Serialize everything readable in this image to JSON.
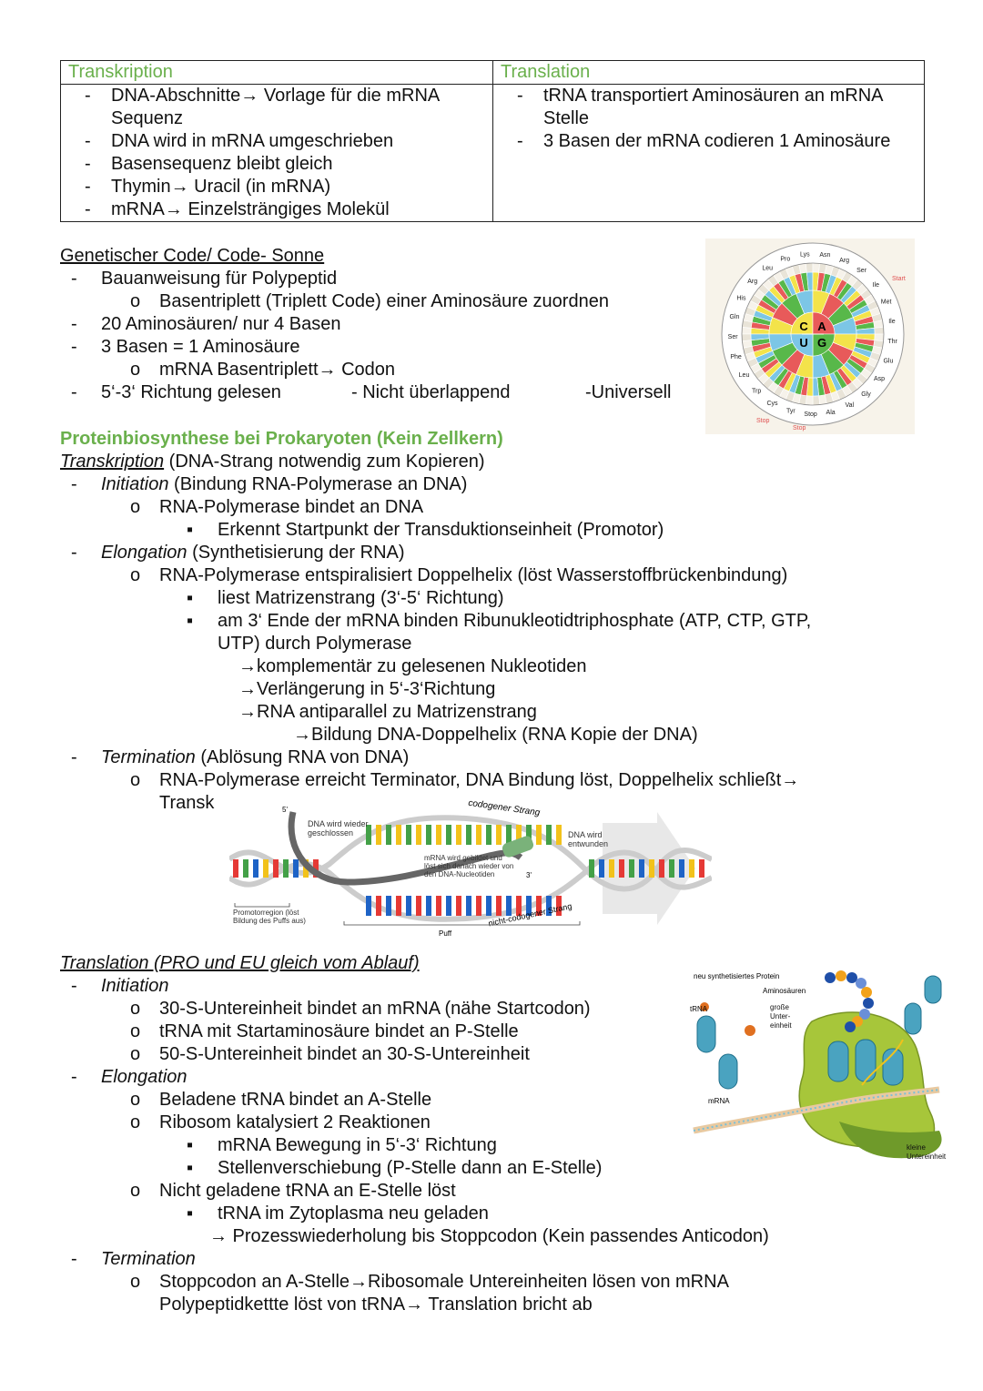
{
  "table": {
    "transkription_header": "Transkription",
    "translation_header": "Translation",
    "transkription_items": [
      "DNA-Abschnitte→ Vorlage für die mRNA Sequenz",
      "DNA wird in mRNA umgeschrieben",
      "Basensequenz bleibt gleich",
      "Thymin→ Uracil (in mRNA)",
      "mRNA→ Einzelsträngiges Molekül"
    ],
    "translation_items": [
      "tRNA transportiert Aminosäuren an mRNA Stelle",
      "3 Basen der mRNA codieren 1 Aminosäure"
    ]
  },
  "code": {
    "heading": "Genetischer Code/ Code- Sonne",
    "l1": "Bauanweisung für Polypeptid",
    "l2": "Basentriplett (Triplett Code) einer Aminosäure zuordnen",
    "l3": "20 Aminosäuren/ nur 4 Basen",
    "l4": "3 Basen = 1 Aminosäure",
    "l5": "mRNA Basentriplett→ Codon",
    "l6a": "5‘-3‘ Richtung gelesen",
    "l6b": "- Nicht überlappend",
    "l6c": "-Universell"
  },
  "sun": {
    "inner": [
      "C",
      "A",
      "G",
      "U"
    ],
    "amino": [
      "Pro",
      "Lys",
      "Asn",
      "Arg",
      "Ser",
      "Ile",
      "Met",
      "Ile",
      "Thr",
      "Glu",
      "Asp",
      "Gly",
      "Val",
      "Ala",
      "Stop",
      "Tyr",
      "Cys",
      "Trp",
      "Leu",
      "Phe",
      "Ser",
      "Gln",
      "His",
      "Arg",
      "Leu"
    ],
    "start": "Start",
    "stop1": "Stop",
    "stop2": "Stop"
  },
  "proka": {
    "heading": "Proteinbiosynthese bei Prokaryoten (Kein Zellkern)",
    "tr_title": "Transkription",
    "tr_rest": " (DNA-Strang notwendig zum Kopieren)",
    "ini_title": "Initiation",
    "ini_rest": " (Bindung RNA-Polymerase an DNA)",
    "ini_1": "RNA-Polymerase bindet an DNA",
    "ini_1a": "Erkennt Startpunkt der Transduktionseinheit (Promotor)",
    "elo_title": "Elongation",
    "elo_rest": " (Synthetisierung der RNA)",
    "elo_1": "RNA-Polymerase entspiralisiert Doppelhelix (löst Wasserstoffbrückenbindung)",
    "elo_1a": "liest Matrizenstrang (3‘-5‘ Richtung)",
    "elo_1b1": "am 3‘ Ende der mRNA binden Ribunukleotidtriphosphate (ATP, CTP, GTP,",
    "elo_1b2": "UTP) durch Polymerase",
    "elo_a1": "→komplementär zu gelesenen Nukleotiden",
    "elo_a2": "→Verlängerung in 5‘-3‘Richtung",
    "elo_a3": "→RNA antiparallel zu Matrizenstrang",
    "elo_a4": "→Bildung DNA-Doppelhelix (RNA Kopie der DNA)",
    "term_title": "Termination",
    "term_rest": " (Ablösung RNA von DNA)",
    "term_1": "RNA-Polymerase erreicht Terminator, DNA  Bindung löst, Doppelhelix schließt→",
    "term_2": "Transk"
  },
  "dna_fig": {
    "five": "5'",
    "three": "3'",
    "codogen": "codogener Strang",
    "nicht": "nicht-codogener Strang",
    "closed": "DNA wird wieder geschlossen",
    "unwound": "DNA wird entwunden",
    "mrna": "mRNA wird gebildet und löst sich danach wieder von den DNA-Nucleotiden",
    "promo": "Promotorregion (löst Bildung des Puffs aus)",
    "puff": "Puff"
  },
  "transl": {
    "title": "Translation  (PRO und EU gleich vom Ablauf)",
    "ini": "Initiation",
    "ini_1": "30-S-Untereinheit bindet an mRNA (nähe Startcodon)",
    "ini_2": "tRNA mit Startaminosäure bindet an P-Stelle",
    "ini_3": "50-S-Untereinheit bindet an 30-S-Untereinheit",
    "elo": "Elongation",
    "elo_1": "Beladene tRNA bindet an A-Stelle",
    "elo_2": "Ribosom katalysiert 2 Reaktionen",
    "elo_2a": "mRNA Bewegung in 5‘-3‘ Richtung",
    "elo_2b": "Stellenverschiebung (P-Stelle dann an E-Stelle)",
    "elo_3": "Nicht geladene tRNA an E-Stelle löst",
    "elo_3a": "tRNA im Zytoplasma neu geladen",
    "elo_3b": "→ Prozesswiederholung bis Stoppcodon (Kein passendes Anticodon)",
    "term": "Termination",
    "term_1": "Stoppcodon an A-Stelle→Ribosomale Untereinheiten lösen von mRNA",
    "term_2": "Polypeptidkettte löst von tRNA→ Translation bricht ab"
  },
  "ribo_fig": {
    "protein": "neu synthetisiertes Protein",
    "amino": "Aminosäuren",
    "trna": "tRNA",
    "gross": "große Unter- einheit",
    "mrna": "mRNA",
    "klein": "kleine Untereinheit"
  }
}
